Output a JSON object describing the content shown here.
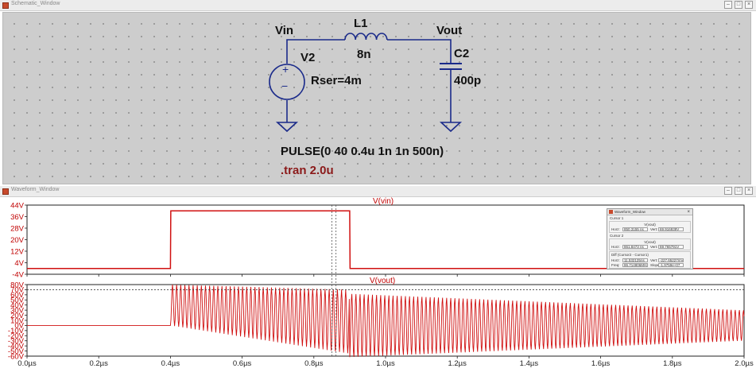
{
  "schematic_window": {
    "title": "Schematic_Window"
  },
  "waveform_window": {
    "title": "Waveform_Window"
  },
  "window_controls": [
    "–",
    "□",
    "×"
  ],
  "schematic": {
    "net_vin": "Vin",
    "net_vout": "Vout",
    "source_name": "V2",
    "source_param": "Rser=4m",
    "inductor_name": "L1",
    "inductor_value": "8n",
    "capacitor_name": "C2",
    "capacitor_value": "400p",
    "pulse_directive": "PULSE(0 40 0.4u 1n 1n 500n)",
    "tran_directive": ".tran 2.0u",
    "plus_sign": "+",
    "minus_sign": "−"
  },
  "colors": {
    "trace": "#d01010",
    "grid_bg": "#cdcdcd",
    "wire": "#1a2a8a",
    "directive": "#8b1a1a",
    "axis_label": "#c00000"
  },
  "waveforms": {
    "vin": {
      "title": "V(vin)",
      "yticks": [
        "44V",
        "36V",
        "28V",
        "20V",
        "12V",
        "4V",
        "-4V"
      ]
    },
    "vout": {
      "title": "V(vout)",
      "yticks": [
        "80V",
        "70V",
        "60V",
        "50V",
        "40V",
        "30V",
        "20V",
        "10V",
        "0V",
        "-10V",
        "-20V",
        "-30V",
        "-40V",
        "-50V",
        "-60V"
      ]
    },
    "xticks": [
      "0.0µs",
      "0.2µs",
      "0.4µs",
      "0.6µs",
      "0.8µs",
      "1.0µs",
      "1.2µs",
      "1.4µs",
      "1.6µs",
      "1.8µs",
      "2.0µs"
    ]
  },
  "cursor_panel": {
    "title": "Waveform_Window",
    "close": "×",
    "cursor1": {
      "label": "Cursor 1",
      "trace": "V(vout)",
      "horz_label": "Horz:",
      "horz": "850.3155 ns",
      "vert_label": "Vert:",
      "vert": "69.916939V"
    },
    "cursor2": {
      "label": "Cursor 2",
      "trace": "V(vout)",
      "horz_label": "Horz:",
      "horz": "861.8473 ns",
      "vert_label": "Vert:",
      "vert": "69.765791V"
    },
    "diff": {
      "label": "Diff (Cursor2 - Cursor1)",
      "horz_label": "Horz:",
      "horz": "11.532125ns",
      "vert_label": "Vert:",
      "vert": "-227.65227mV",
      "freq_label": "Freq:",
      "freq": "86.714806MHz",
      "slope_label": "Slope:",
      "slope": "-1.9759e+07"
    }
  },
  "chart_data": [
    {
      "type": "line",
      "title": "V(vin)",
      "series": [
        {
          "name": "V(vin)",
          "x_us": [
            0,
            0.4,
            0.401,
            0.9,
            0.901,
            2.0
          ],
          "y_V": [
            0,
            0,
            40,
            40,
            0,
            0
          ]
        }
      ],
      "xlim_us": [
        0,
        2.0
      ],
      "ylim_V": [
        -4,
        44
      ],
      "yticks": [
        "44V",
        "36V",
        "28V",
        "20V",
        "12V",
        "4V",
        "-4V"
      ],
      "xticks": [
        "0.0µs",
        "0.2µs",
        "0.4µs",
        "0.6µs",
        "0.8µs",
        "1.0µs",
        "1.2µs",
        "1.4µs",
        "1.6µs",
        "1.8µs",
        "2.0µs"
      ]
    },
    {
      "type": "line",
      "title": "V(vout)",
      "series": [
        {
          "name": "V(vout)",
          "form": "damped LC ringing",
          "x_us": [
            0,
            0.4,
            0.9,
            2.0
          ],
          "envelope_max_V": [
            0,
            80,
            70,
            30
          ],
          "envelope_min_V": [
            0,
            0,
            -55,
            -30
          ],
          "center_V": [
            0,
            40,
            0,
            0
          ],
          "ring_period_ns": 11.5
        }
      ],
      "xlim_us": [
        0,
        2.0
      ],
      "ylim_V": [
        -60,
        80
      ],
      "yticks": [
        "80V",
        "70V",
        "60V",
        "50V",
        "40V",
        "30V",
        "20V",
        "10V",
        "0V",
        "-10V",
        "-20V",
        "-30V",
        "-40V",
        "-50V",
        "-60V"
      ],
      "xticks": [
        "0.0µs",
        "0.2µs",
        "0.4µs",
        "0.6µs",
        "0.8µs",
        "1.0µs",
        "1.2µs",
        "1.4µs",
        "1.6µs",
        "1.8µs",
        "2.0µs"
      ],
      "cursor_level_V": 70,
      "cursors_us": [
        0.8503,
        0.8618
      ]
    }
  ]
}
